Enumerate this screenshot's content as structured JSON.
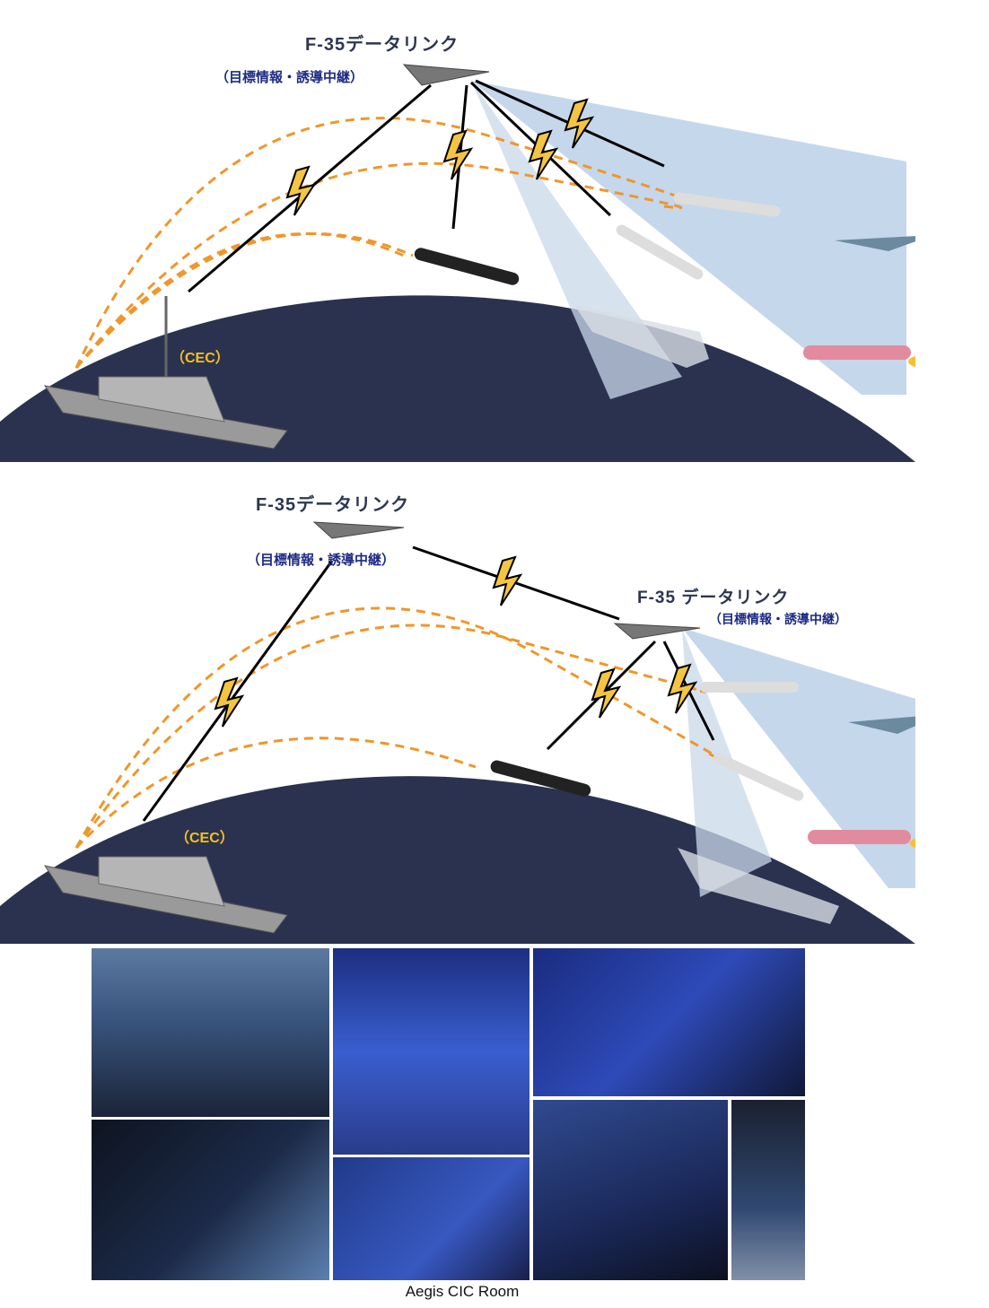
{
  "panels": [
    {
      "title": "F-35データリンク",
      "subtitle": "（目標情報・誘導中継）",
      "cec_label": "（CEC）"
    },
    {
      "title": "F-35データリンク",
      "subtitle": "（目標情報・誘導中継）",
      "relay_title": "F-35 データリンク",
      "relay_subtitle": "（目標情報・誘導中継）",
      "cec_label": "（CEC）"
    }
  ],
  "photos": {
    "caption": "Aegis CIC Room"
  },
  "colors": {
    "globe": "#2b3250",
    "link": "#f4c542",
    "track": "#f0962a",
    "beam": "#b6cde6"
  }
}
